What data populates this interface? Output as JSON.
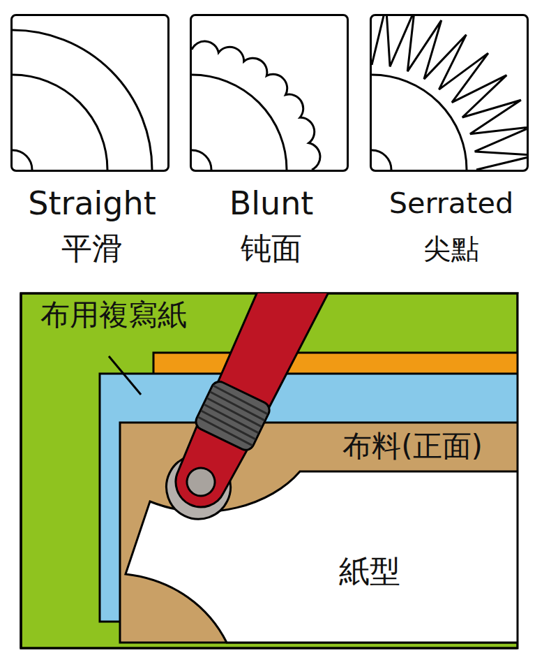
{
  "diagram": {
    "nodes": [
      {
        "text": [
          "Straight",
          "平滑"
        ]
      },
      {
        "text": [
          "Blunt",
          "钝面"
        ]
      },
      {
        "text": [
          "Serrated",
          "尖點"
        ]
      },
      {
        "text": [
          "布料(正面)"
        ]
      },
      {
        "text": [
          "紙型"
        ],
        "in": 3
      }
    ],
    "labels": [
      "布用複寫紙"
    ]
  }
}
